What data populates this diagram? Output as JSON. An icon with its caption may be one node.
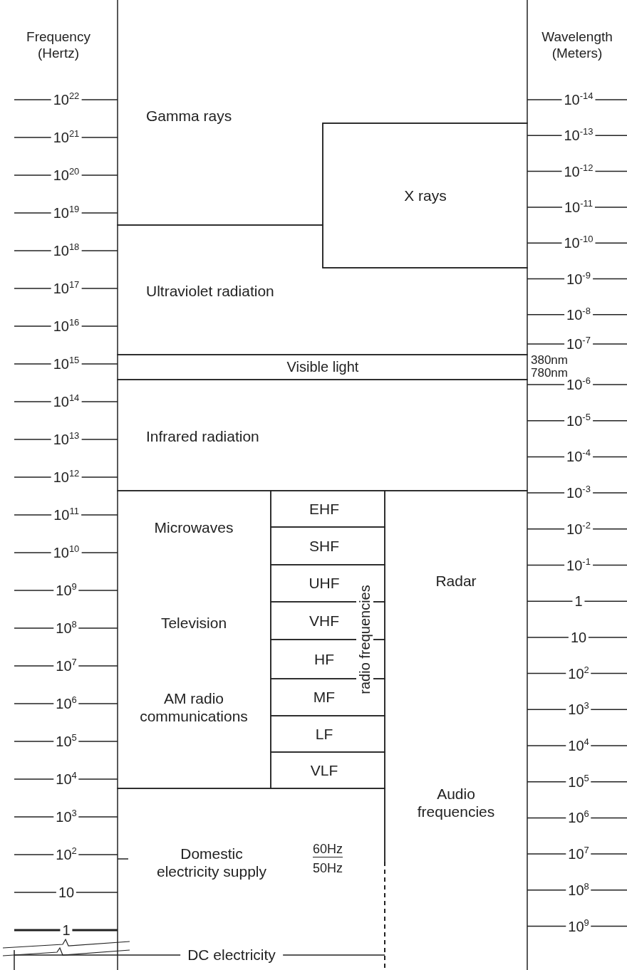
{
  "diagram": {
    "nodes": [
      {
        "text": [
          "Gamma rays"
        ]
      },
      {
        "text": [
          "X rays"
        ]
      },
      {
        "text": [
          "Ultraviolet radiation"
        ]
      },
      {
        "text": [
          "Visible light"
        ]
      },
      {
        "text": [
          "Infrared radiation"
        ]
      },
      {
        "text": [
          "Microwaves",
          "Television",
          "AM radio communications"
        ]
      },
      {
        "text": [
          "EHF"
        ]
      },
      {
        "text": [
          "SHF"
        ]
      },
      {
        "text": [
          "UHF"
        ]
      },
      {
        "text": [
          "VHF"
        ]
      },
      {
        "text": [
          "HF"
        ]
      },
      {
        "text": [
          "MF"
        ]
      },
      {
        "text": [
          "LF"
        ]
      },
      {
        "text": [
          "VLF"
        ]
      },
      {
        "text": [
          "Radar",
          "Audio frequencies"
        ]
      },
      {
        "text": [
          "Domestic electricity supply",
          "60Hz",
          "50Hz"
        ]
      }
    ],
    "labels": [
      "Frequency (Hertz)",
      "10$^{22}$",
      "10$^{21}$",
      "10$^{20}$",
      "10$^{19}$",
      "10$^{18}$",
      "10$^{17}$",
      "10$^{16}$",
      "10$^{15}$",
      "10$^{14}$",
      "10$^{13}$",
      "10$^{12}$",
      "10$^{11}$",
      "10$^{10}$",
      "10$^{9}$",
      "10$^{8}$",
      "10$^{7}$",
      "10$^{6}$",
      "10$^{5}$",
      "10$^{4}$",
      "10$^{3}$",
      "10$^{2}$",
      "10",
      "1",
      "Wavelength (Meters)",
      "10$^{-14}$",
      "10$^{-13}$",
      "10$^{-12}$",
      "10$^{-11}$",
      "10$^{-10}$",
      "10$^{-9}$",
      "10$^{-8}$",
      "10$^{-7}$",
      "10$^{-6}$",
      "10$^{-5}$",
      "10$^{-4}$",
      "10$^{-3}$",
      "10$^{-2}$",
      "10$^{-1}$",
      "1",
      "10",
      "10$^{2}$",
      "10$^{3}$",
      "10$^{4}$",
      "10$^{5}$",
      "10$^{6}$",
      "10$^{7}$",
      "10$^{8}$",
      "10$^{9}$",
      "380nm",
      "780nm",
      "radio frequencies",
      "DC electricity"
    ]
  }
}
